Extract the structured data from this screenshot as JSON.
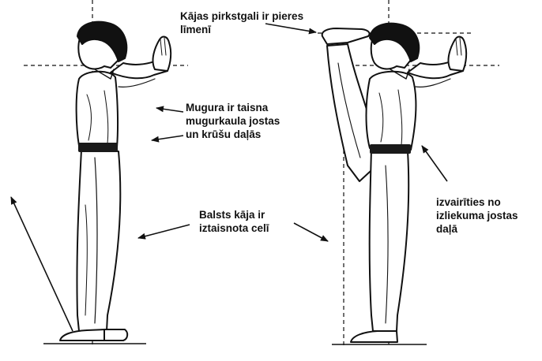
{
  "colors": {
    "ink": "#111111",
    "paper": "#ffffff",
    "belt": "#1a1a1a"
  },
  "annotations": {
    "toes": {
      "lines": [
        "Kājas pirkstgali ir pieres",
        "līmenī"
      ]
    },
    "back": {
      "lines": [
        "Mugura ir taisna",
        "mugurkaula jostas",
        "un krūšu daļās"
      ]
    },
    "support_leg": {
      "lines": [
        "Balsts kāja ir",
        "iztaisnota celī"
      ]
    },
    "avoid": {
      "lines": [
        "izvairīties no",
        "izliekuma jostas",
        "daļā"
      ]
    }
  }
}
